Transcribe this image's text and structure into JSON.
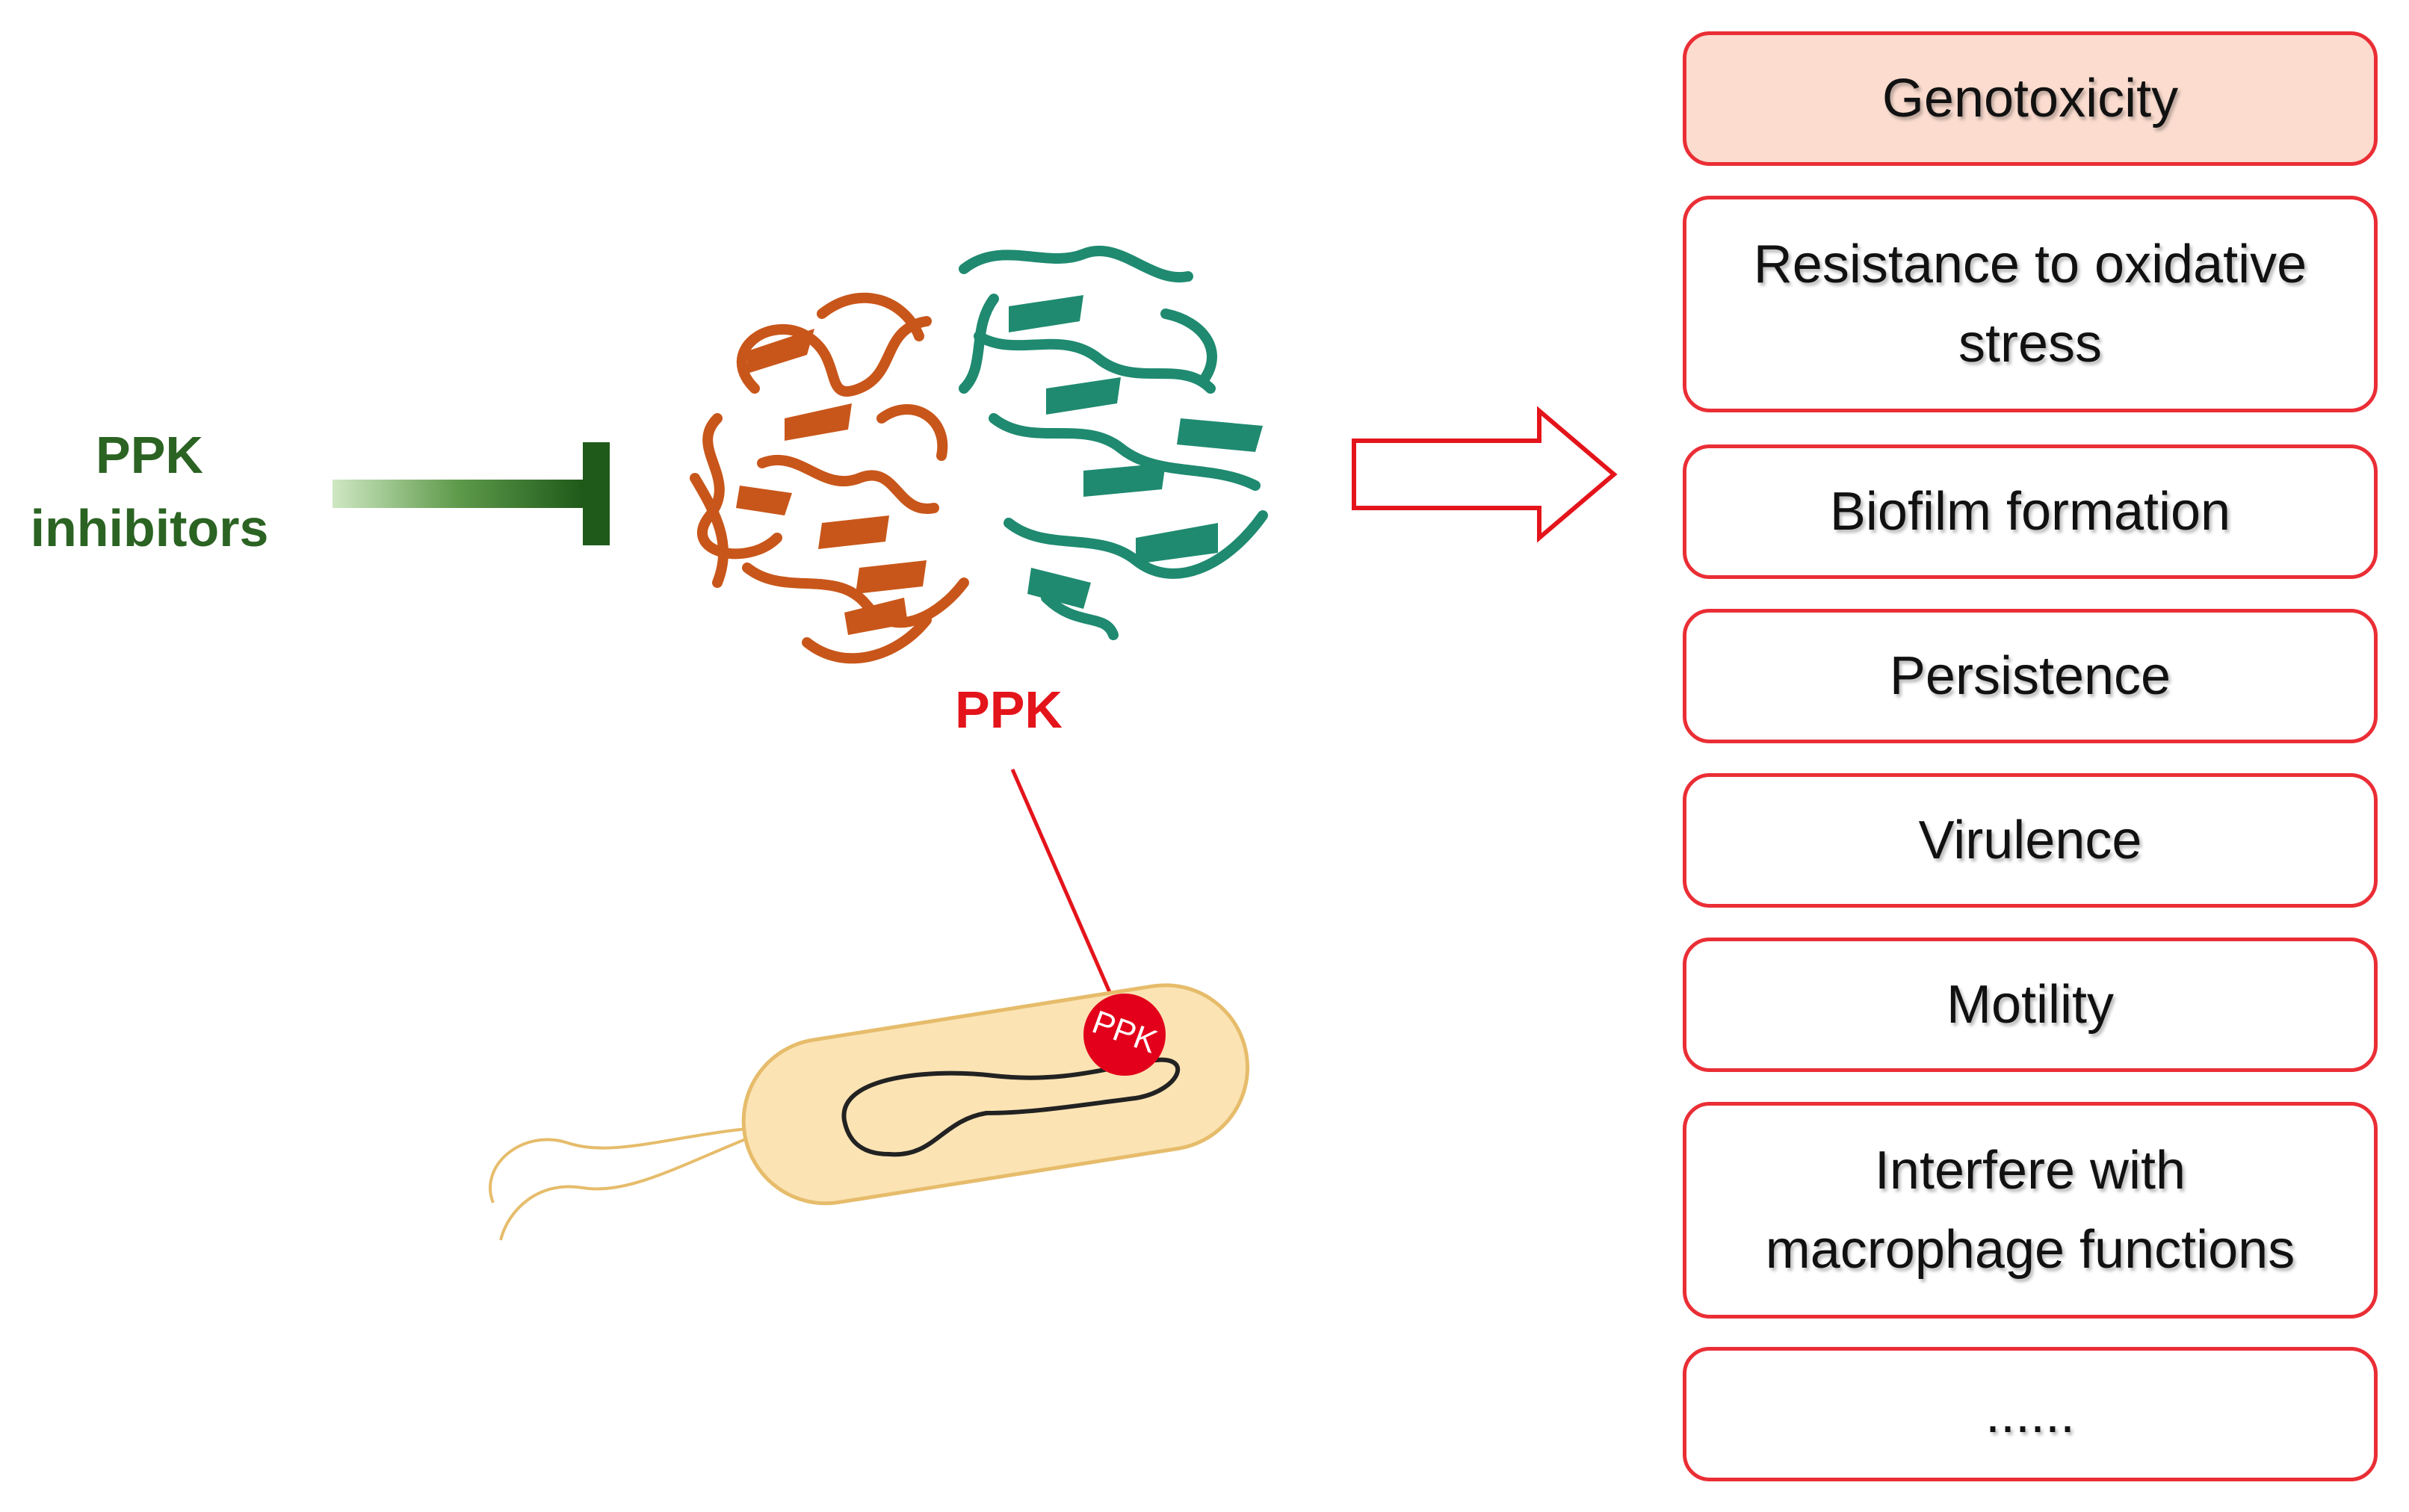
{
  "inhibitor": {
    "line1": "PPK",
    "line2": "inhibitors"
  },
  "enzyme": {
    "label": "PPK"
  },
  "bacterium": {
    "ppk_badge": "PPK"
  },
  "effects": {
    "genotoxicity": "Genotoxicity",
    "oxidative_line1": "Resistance to oxidative",
    "oxidative_line2": "stress",
    "biofilm": "Biofilm formation",
    "persistence": "Persistence",
    "virulence": "Virulence",
    "motility": "Motility",
    "macrophage_line1": "Interfere with",
    "macrophage_line2": "macrophage functions",
    "more": "......"
  },
  "colors": {
    "inhibitor_green": "#2b6323",
    "ppk_red": "#e4141b",
    "chain_orange": "#c8561a",
    "chain_teal": "#1f8a70",
    "cell_fill": "#fbe3b3",
    "cell_border": "#e6bc6b",
    "box_border": "#ea2e35",
    "highlight_fill": "#fbdccf"
  }
}
